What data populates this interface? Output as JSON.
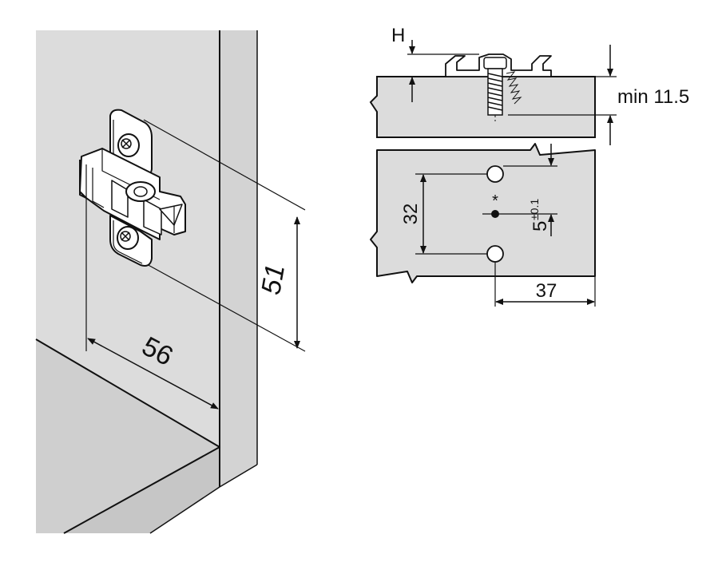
{
  "colors": {
    "panel_gray": "#dcdcdc",
    "panel_gray_dark": "#c9c9c9",
    "line": "#111111",
    "background": "#ffffff"
  },
  "dimensions": {
    "width": "56",
    "height": "51",
    "h_label": "H",
    "min_depth": "min 11.5",
    "hole_spacing": "32",
    "offset_label": "5",
    "offset_tolerance": "±0.1",
    "edge_distance": "37",
    "asterisk": "*"
  }
}
